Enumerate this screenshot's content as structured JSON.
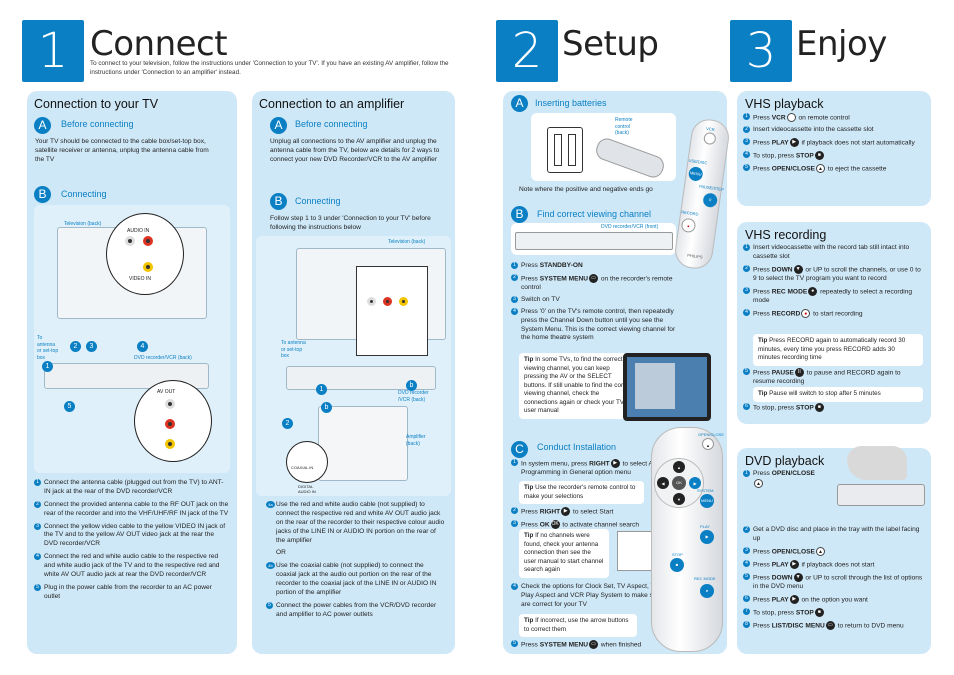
{
  "header": {
    "connect": {
      "num": "1",
      "title": "Connect",
      "intro": "To connect to your television, follow the instructions under 'Connection to your TV'. If you have an existing AV amplifier, follow the instructions under 'Connection to an amplifier' instead."
    },
    "setup": {
      "num": "2",
      "title": "Setup"
    },
    "enjoy": {
      "num": "3",
      "title": "Enjoy"
    }
  },
  "tv": {
    "title": "Connection to your TV",
    "a_letter": "A",
    "a_head": "Before connecting",
    "a_text": "Your TV should be connected to the cable box/set-top box, satellite receiver or antenna, unplug the antenna cable from the TV",
    "b_letter": "B",
    "b_head": "Connecting",
    "labels": {
      "tv_back": "Television (back)",
      "audio_in": "AUDIO IN",
      "video_in": "VIDEO IN",
      "to_antenna": "To antenna or set-top box",
      "dvd_back": "DVD recorder/VCR (back)",
      "av_out": "AV OUT"
    },
    "callouts": [
      "1",
      "2",
      "3",
      "4",
      "5"
    ],
    "steps": [
      "Connect the antenna cable (plugged out from the TV) to ANT-IN jack at the rear of the DVD recorder/VCR",
      "Connect the provided antenna cable to the RF OUT jack on the rear of the recorder and into the VHF/UHF/RF IN jack of the TV",
      "Connect the yellow video cable to the yellow VIDEO IN jack of the TV and to the yellow AV OUT video jack at the rear the DVD recorder/VCR",
      "Connect the red and white audio cable to the respective red and white audio jack of the TV and to the respective red and white AV OUT audio jack at rear the DVD recorder/VCR",
      "Plug in the power cable from the recorder to an AC power outlet"
    ]
  },
  "amp": {
    "title": "Connection to an amplifier",
    "a_letter": "A",
    "a_head": "Before connecting",
    "a_text": "Unplug all connections to the AV amplifier and unplug the antenna cable from the TV, below are details for 2 ways to connect your new DVD Recorder/VCR to the AV amplifier",
    "b_letter": "B",
    "b_head": "Connecting",
    "b_text": "Follow step 1 to 3 under 'Connection to your TV' before following the instructions below",
    "labels": {
      "tv_back": "Television (back)",
      "to_antenna": "To antenna or set-top box",
      "dvd_back": "DVD recorder /VCR (back)",
      "amp_back": "Amplifier (back)",
      "coaxial": "COAXIAL IN",
      "digital": "DIGITAL AUDIO IN"
    },
    "callouts": [
      "1",
      "2",
      "b",
      "b"
    ],
    "steps": [
      {
        "n": "4a",
        "text": "Use the red and white audio cable (not supplied) to connect the respective red and white AV OUT audio jack on the rear of the recorder to their respective colour audio jacks of the LINE IN or AUDIO IN portion on the rear of the amplifier"
      },
      {
        "n": "",
        "text": "OR"
      },
      {
        "n": "4b",
        "text": "Use the coaxial cable (not supplied) to connect the coaxial jack at the audio out portion on the rear of the recorder to the coaxial jack of the LINE IN or AUDIO IN portion of the amplifier"
      },
      {
        "n": "5",
        "text": "Connect the power cables from the VCR/DVD recorder and amplifier to AC power outlets"
      }
    ]
  },
  "setup": {
    "a_letter": "A",
    "a_head": "Inserting batteries",
    "a_label": "Remote control (back)",
    "a_note": "Note where the positive and negative ends go",
    "b_letter": "B",
    "b_head": "Find correct viewing channel",
    "b_label": "DVD recorder/VCR (front)",
    "b_steps": [
      {
        "n": "1",
        "pre": "Press ",
        "key": "STANDBY-ON",
        "post": ""
      },
      {
        "n": "2",
        "pre": "Press ",
        "key": "SYSTEM MENU",
        "post": " on the recorder's remote control"
      },
      {
        "n": "3",
        "pre": "Switch on TV",
        "key": "",
        "post": ""
      },
      {
        "n": "4",
        "pre": "Press '0' on the TV's remote control, then repeatedly press the Channel Down button until you see the System Menu. This is the correct viewing channel for the home theatre system",
        "key": "",
        "post": ""
      }
    ],
    "b_tip": {
      "label": "Tip",
      "text": "In some TVs, to find the correct viewing channel, you can keep pressing the AV or the SELECT buttons. If still unable to find the correct viewing channel, check the connections again or check your TV's user manual"
    },
    "c_letter": "C",
    "c_head": "Conduct Installation",
    "c_steps": [
      {
        "n": "1",
        "pre": "In system menu, press ",
        "key": "RIGHT",
        "post": " to select Auto Programming in General option menu"
      },
      {
        "n": "2",
        "pre": "Press ",
        "key": "RIGHT",
        "post": " to select Start"
      },
      {
        "n": "3",
        "pre": "Press ",
        "key": "OK",
        "post": " to activate channel search"
      },
      {
        "n": "4",
        "pre": "Check the options for Clock Set, TV Aspect, VCR Play Aspect and VCR Play System to make sure they are correct for your TV",
        "key": "",
        "post": ""
      },
      {
        "n": "5",
        "pre": "Press ",
        "key": "SYSTEM MENU",
        "post": " when finished"
      }
    ],
    "c_tip1": {
      "label": "Tip",
      "text": "Use the recorder's remote control to make your selections"
    },
    "c_tip2": {
      "label": "Tip",
      "text": "If no channels were found, check your antenna connection then see the user manual to start channel search again"
    },
    "c_tip3": {
      "label": "Tip",
      "text": "If incorrect, use the arrow buttons to correct them"
    },
    "remote_labels": {
      "vcr": "VCR",
      "usb_disc": "USB/DISC",
      "menu": "MENU",
      "pause": "PAUSE/STEP",
      "record": "RECORD",
      "open_close": "OPEN/CLOSE",
      "system": "SYSTEM",
      "play": "PLAY",
      "stop": "STOP",
      "rec_mode": "REC MODE",
      "ok": "OK",
      "brand": "PHILIPS"
    }
  },
  "enjoy": {
    "vhs_play": {
      "title": "VHS playback",
      "steps": [
        {
          "n": "1",
          "pre": "Press ",
          "key": "VCR",
          "post": " on remote control"
        },
        {
          "n": "2",
          "pre": "Insert videocassette into the cassette slot",
          "key": "",
          "post": ""
        },
        {
          "n": "3",
          "pre": "Press ",
          "key": "PLAY",
          "post": " if playback does not start automatically"
        },
        {
          "n": "4",
          "pre": "To stop, press ",
          "key": "STOP",
          "post": ""
        },
        {
          "n": "5",
          "pre": "Press ",
          "key": "OPEN/CLOSE",
          "post": " to eject the cassette"
        }
      ]
    },
    "vhs_rec": {
      "title": "VHS recording",
      "steps": [
        {
          "n": "1",
          "pre": "Insert videocassette with the record tab still intact into cassette slot",
          "key": "",
          "post": ""
        },
        {
          "n": "2",
          "pre": "Press ",
          "key": "DOWN",
          "post": " or UP to scroll the channels, or use 0 to 9 to select the TV program you want to record"
        },
        {
          "n": "3",
          "pre": "Press ",
          "key": "REC MODE",
          "post": " repeatedly to select a recording mode"
        },
        {
          "n": "4",
          "pre": "Press ",
          "key": "RECORD",
          "post": " to start recording"
        },
        {
          "n": "5",
          "pre": "Press ",
          "key": "PAUSE",
          "post": " to pause and RECORD again to resume recording"
        },
        {
          "n": "6",
          "pre": "To stop, press ",
          "key": "STOP",
          "post": ""
        }
      ],
      "tip1": {
        "label": "Tip",
        "text": "Press RECORD again to automatically record 30 minutes, every time you press RECORD adds 30 minutes recording time"
      },
      "tip2": {
        "label": "Tip",
        "text": "Pause will switch to stop after 5 minutes"
      }
    },
    "dvd_play": {
      "title": "DVD playback",
      "steps": [
        {
          "n": "1",
          "pre": "Press ",
          "key": "OPEN/CLOSE",
          "post": ""
        },
        {
          "n": "2",
          "pre": "Get a DVD disc and place in the tray with the label facing up",
          "key": "",
          "post": ""
        },
        {
          "n": "3",
          "pre": "Press ",
          "key": "OPEN/CLOSE",
          "post": ""
        },
        {
          "n": "4",
          "pre": "Press ",
          "key": "PLAY",
          "post": " if playback does not start"
        },
        {
          "n": "5",
          "pre": "Press ",
          "key": "DOWN",
          "post": " or UP to scroll through the list of options in the DVD menu"
        },
        {
          "n": "6",
          "pre": "Press ",
          "key": "PLAY",
          "post": " on the option you want"
        },
        {
          "n": "7",
          "pre": "To stop, press ",
          "key": "STOP",
          "post": ""
        },
        {
          "n": "8",
          "pre": "Press ",
          "key": "LIST/DISC MENU",
          "post": " to return to DVD menu"
        }
      ]
    }
  },
  "colors": {
    "accent": "#0a7fc4",
    "panel": "#cfe8f7",
    "subpanel": "#dff0fa"
  }
}
